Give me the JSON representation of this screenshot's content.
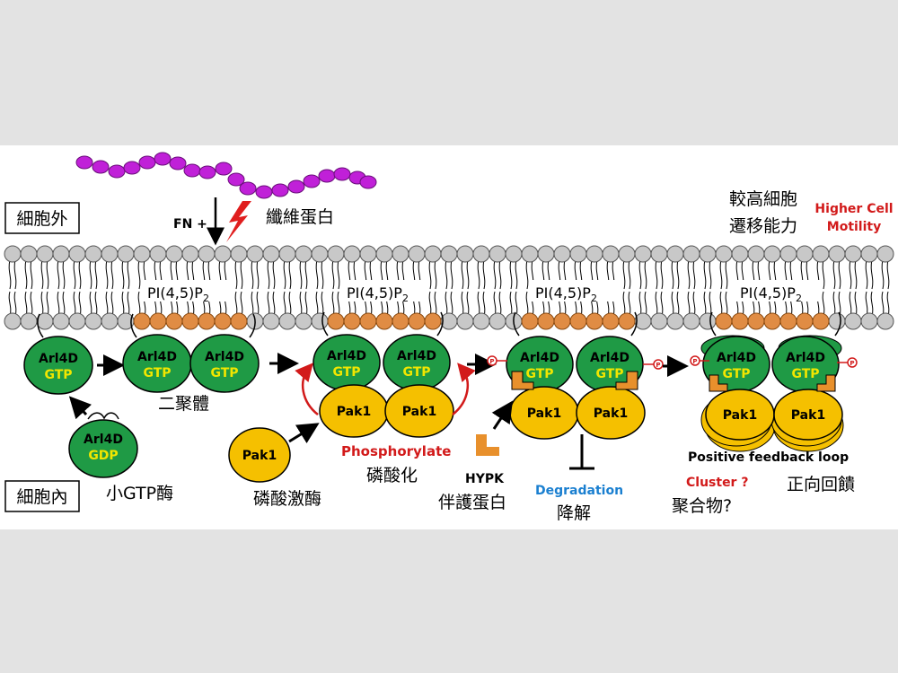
{
  "labels": {
    "outside": "細胞外",
    "inside": "細胞內",
    "fn": "FN +",
    "fibronectin": "纖維蛋白",
    "motility_cn_line1": "較高細胞",
    "motility_cn_line2": "遷移能力",
    "motility_en_line1": "Higher Cell",
    "motility_en_line2": "Motility",
    "pip2_main": "PI(4,5)P",
    "pip2_sub": "2",
    "dimer": "二聚體",
    "small_gtpase": "小GTP酶",
    "kinase": "磷酸激酶",
    "phosphorylate_en": "Phosphorylate",
    "phosphorylate_cn": "磷酸化",
    "hypk_en": "HYPK",
    "hypk_cn": "伴護蛋白",
    "degradation_en": "Degradation",
    "degradation_cn": "降解",
    "feedback_en": "Positive feedback loop",
    "feedback_cn": "正向回饋",
    "cluster_en": "Cluster ?",
    "cluster_cn": "聚合物?",
    "phospho": "P"
  },
  "proteins": {
    "arl4d": "Arl4D",
    "gtp": "GTP",
    "gdp": "GDP",
    "pak1": "Pak1"
  },
  "colors": {
    "background": "#e3e3e3",
    "figure": "#ffffff",
    "arl4d_green": "#1f9a45",
    "gtp_text": "#f2e600",
    "pak1_yellow": "#f5c000",
    "pip2_orange": "#e08c44",
    "lipid_head": "#c8c8c8",
    "fibronectin_purple": "#c020d8",
    "accent_red": "#d21a1a",
    "degradation_blue": "#1a7fd0",
    "hypk_orange": "#e8902c"
  },
  "icons": {
    "lightning": "lightning-bolt-icon",
    "phospho": "phosphate-group-icon",
    "chaperone": "hypk-chaperone-icon"
  }
}
